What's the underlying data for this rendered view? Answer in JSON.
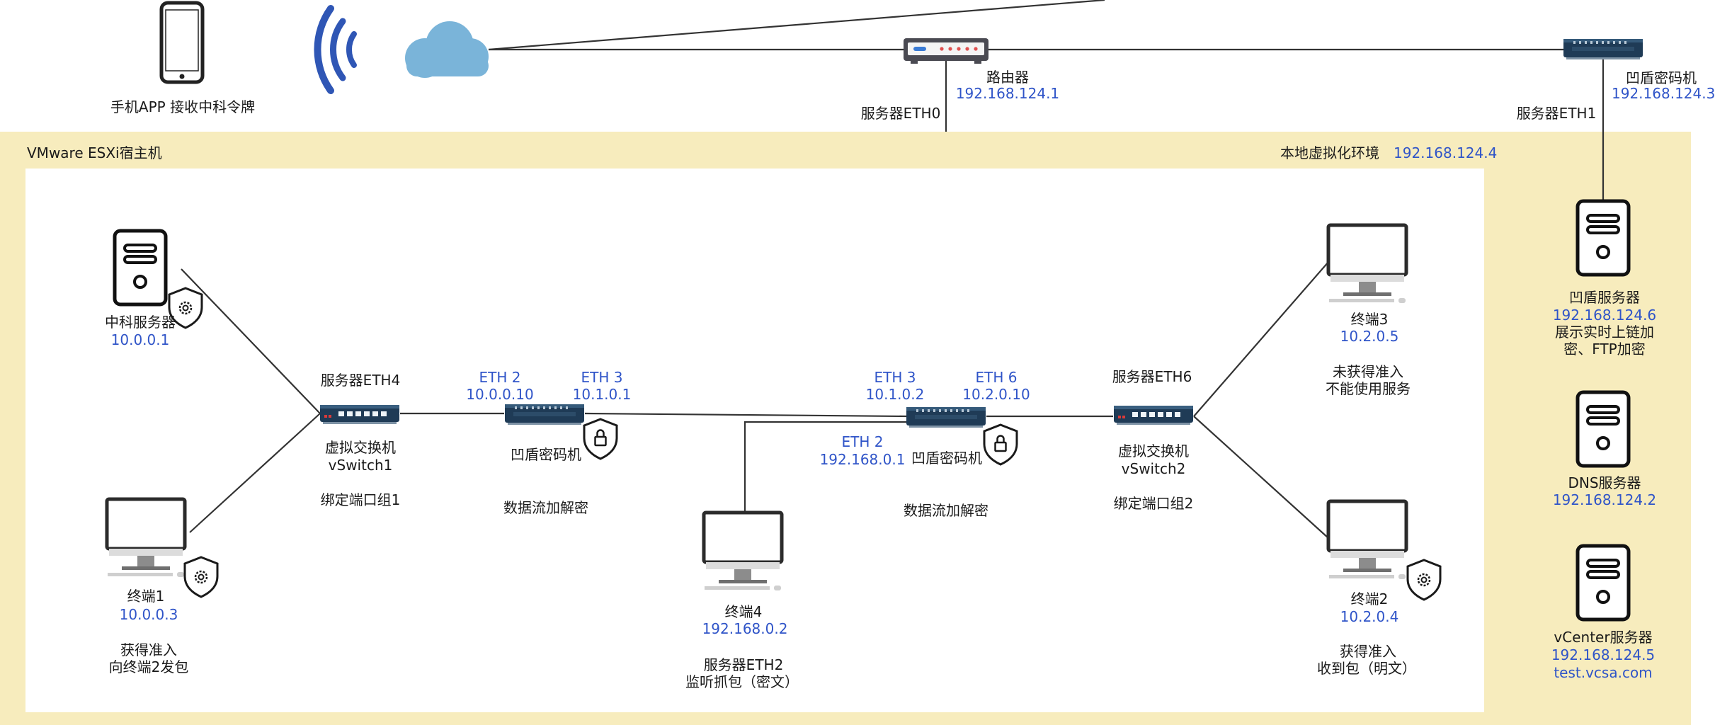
{
  "colors": {
    "host_bg": "#f7ecbd",
    "inner_bg": "#ffffff",
    "ip_text": "#2f54c8",
    "label_text": "#1a1a1a",
    "cloud": "#7ab4d9",
    "wifi": "#2f56b5",
    "switch_body": "#1f3b56",
    "line": "#333333"
  },
  "top": {
    "phone": {
      "icon": "phone-icon",
      "label": "手机APP 接收中科令牌"
    },
    "wifi_icon": "wifi-icon",
    "cloud_icon": "cloud-icon",
    "router": {
      "icon": "router-icon",
      "label": "路由器",
      "ip": "192.168.124.1",
      "port": "服务器ETH0"
    },
    "right_crypto": {
      "icon": "crypto-machine-icon",
      "label": "凹盾密码机",
      "ip": "192.168.124.3",
      "port": "服务器ETH1"
    }
  },
  "host": {
    "title": "VMware ESXi宿主机",
    "env_label": "本地虚拟化环境",
    "env_ip": "192.168.124.4"
  },
  "nodes": {
    "zk_server": {
      "label": "中科服务器",
      "ip": "10.0.0.1"
    },
    "terminal1": {
      "label": "终端1",
      "ip": "10.0.0.3",
      "note1": "获得准入",
      "note2": "向终端2发包"
    },
    "vswitch1": {
      "port": "服务器ETH4",
      "name1": "虚拟交换机",
      "name2": "vSwitch1",
      "group": "绑定端口组1"
    },
    "crypto1": {
      "eth_a": "ETH 2",
      "ip_a": "10.0.0.10",
      "eth_b": "ETH 3",
      "ip_b": "10.1.0.1",
      "label": "凹盾密码机",
      "note": "数据流加解密"
    },
    "terminal4": {
      "label": "终端4",
      "ip": "192.168.0.2",
      "note1": "服务器ETH2",
      "note2": "监听抓包（密文）"
    },
    "crypto2": {
      "eth_a": "ETH 3",
      "ip_a": "10.1.0.2",
      "eth_b": "ETH 6",
      "ip_b": "10.2.0.10",
      "eth_c": "ETH 2",
      "ip_c": "192.168.0.1",
      "label": "凹盾密码机",
      "note": "数据流加解密"
    },
    "vswitch2": {
      "port": "服务器ETH6",
      "name1": "虚拟交换机",
      "name2": "vSwitch2",
      "group": "绑定端口组2"
    },
    "terminal3": {
      "label": "终端3",
      "ip": "10.2.0.5",
      "note1": "未获得准入",
      "note2": "不能使用服务"
    },
    "terminal2": {
      "label": "终端2",
      "ip": "10.2.0.4",
      "note1": "获得准入",
      "note2": "收到包（明文）"
    }
  },
  "right_servers": {
    "aodun": {
      "label": "凹盾服务器",
      "ip": "192.168.124.6",
      "desc1": "展示实时上链加",
      "desc2": "密、FTP加密"
    },
    "dns": {
      "label": "DNS服务器",
      "ip": "192.168.124.2"
    },
    "vcenter": {
      "label": "vCenter服务器",
      "ip": "192.168.124.5",
      "host": "test.vcsa.com"
    }
  },
  "icons": [
    "server-icon",
    "monitor-icon",
    "shield-gear-icon",
    "shield-lock-icon",
    "switch-icon",
    "crypto-machine-icon"
  ]
}
